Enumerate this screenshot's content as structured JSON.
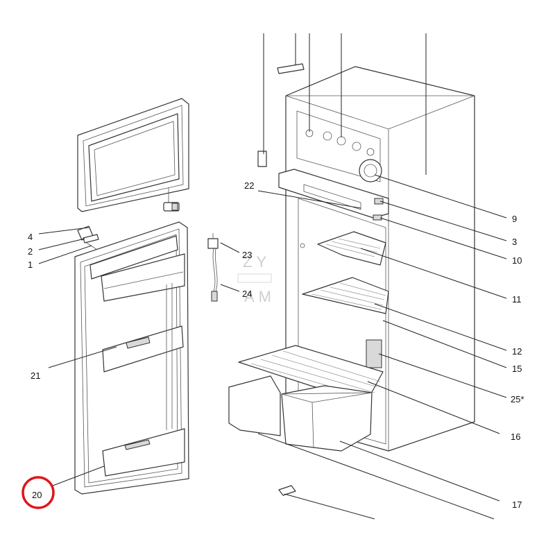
{
  "diagram": {
    "watermark": [
      "ZY",
      "AM"
    ],
    "labels": {
      "p1": "1",
      "p2": "2",
      "p3": "3",
      "p4": "4",
      "p9": "9",
      "p10": "10",
      "p11": "11",
      "p12": "12",
      "p15": "15",
      "p16": "16",
      "p17": "17",
      "p20": "20",
      "p21": "21",
      "p22": "22",
      "p23": "23",
      "p24": "24",
      "p25": "25*"
    },
    "highlight": {
      "part": "20",
      "color": "#e0161b"
    }
  }
}
